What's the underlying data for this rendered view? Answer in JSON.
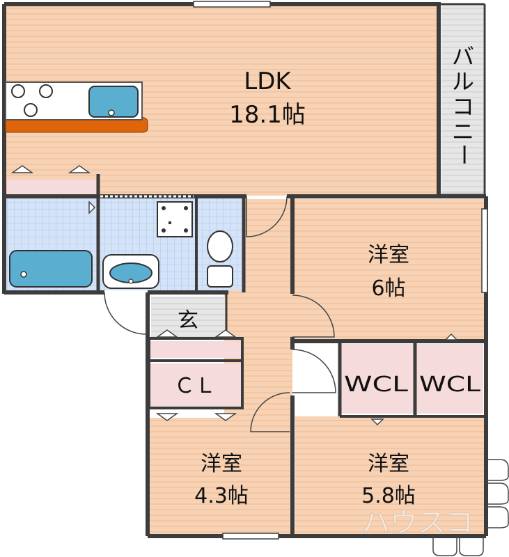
{
  "rooms": {
    "ldk": {
      "name": "LDK",
      "size": "18.1帖"
    },
    "west_ne": {
      "name": "洋室",
      "size": "6帖"
    },
    "west_sw": {
      "name": "洋室",
      "size": "4.3帖"
    },
    "west_se": {
      "name": "洋室",
      "size": "5.8帖"
    },
    "wcl_left": "WCL",
    "wcl_right": "WCL",
    "closet": "ＣＬ",
    "entrance": "玄",
    "balcony": [
      "バ",
      "ル",
      "コ",
      "ニ",
      "ー"
    ]
  },
  "watermark": "ハウスコ",
  "colors": {
    "floor": "#f7d2b4",
    "floor_stripe": "#f0c09c",
    "wet": "#cfe0f6",
    "wet_line": "#a9c6ec",
    "closet": "#f5dbdb",
    "wall": "#3c3c3c",
    "balcony": "#e6e6e6",
    "fixture": "#5aaed0",
    "counter": "#e0650a"
  }
}
